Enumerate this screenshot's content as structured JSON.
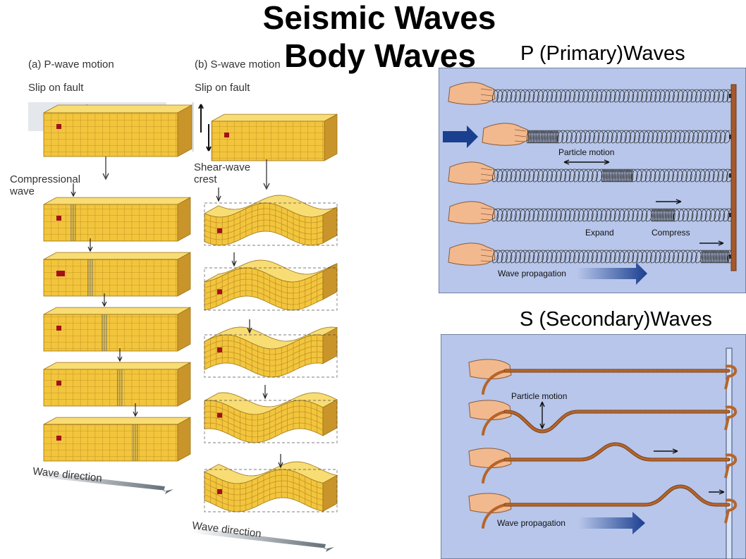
{
  "title": "Seismic Waves",
  "subtitle": "Body Waves",
  "p_section": {
    "heading": "P (Primary)Waves",
    "particle_motion": "Particle motion",
    "expand": "Expand",
    "compress": "Compress",
    "wave_propagation": "Wave propagation"
  },
  "s_section": {
    "heading": "S (Secondary)Waves",
    "particle_motion": "Particle motion",
    "wave_propagation": "Wave propagation"
  },
  "left_diagram": {
    "a_title": "(a) P-wave motion",
    "b_title": "(b) S-wave motion",
    "slip_a": "Slip on fault",
    "slip_b": "Slip on fault",
    "comp_line1": "Compressional",
    "comp_line2": "wave",
    "shear_line1": "Shear-wave",
    "shear_line2": "crest",
    "dir_a": "Wave direction",
    "dir_b": "Wave direction"
  },
  "colors": {
    "block_face": "#f2c53d",
    "block_top": "#f8dc74",
    "block_side": "#c9942a",
    "panel_bg": "#b7c6ea",
    "rope": "#b5652a",
    "arrow_blue": "#1b3f8f"
  }
}
